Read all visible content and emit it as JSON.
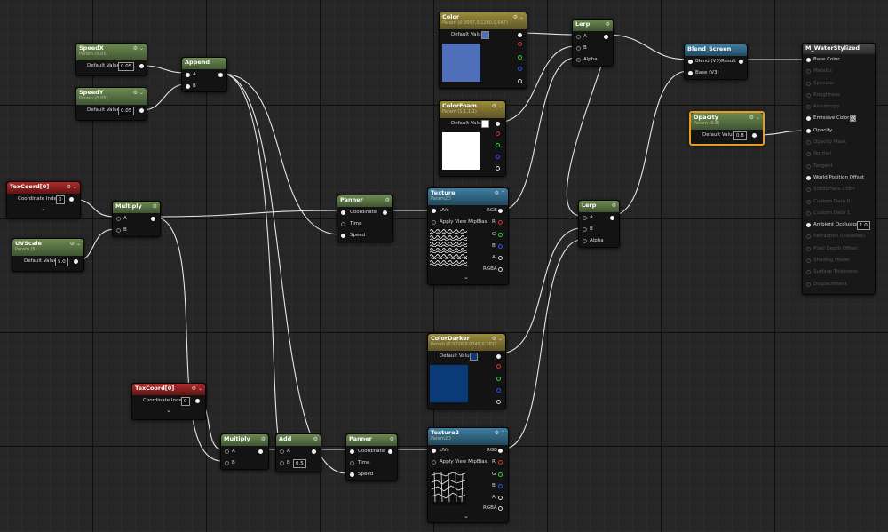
{
  "canvas": {
    "background": "#262626"
  },
  "nodes": {
    "speedx": {
      "title": "SpeedX",
      "subtitle": "Param (0.05)",
      "param_label": "Default Value",
      "value": "0.05"
    },
    "speedy": {
      "title": "SpeedY",
      "subtitle": "Param (0.05)",
      "param_label": "Default Value",
      "value": "0.05"
    },
    "append": {
      "title": "Append",
      "pin_a": "A",
      "pin_b": "B"
    },
    "texcoord1": {
      "title": "TexCoord[0]",
      "param_label": "Coordinate Index",
      "value": "0"
    },
    "uvscale": {
      "title": "UVScale",
      "subtitle": "Param (5)",
      "param_label": "Default Value",
      "value": "5.0"
    },
    "multiply1": {
      "title": "Multiply",
      "pin_a": "A",
      "pin_b": "B"
    },
    "panner1": {
      "title": "Panner",
      "pin_coordinate": "Coordinate",
      "pin_time": "Time",
      "pin_speed": "Speed"
    },
    "color": {
      "title": "Color",
      "subtitle": "Param (0.3057,0.1260,0.647)",
      "param_label": "Default Value",
      "swatch": "#4f6fb8"
    },
    "colorfoam": {
      "title": "ColorFoam",
      "subtitle": "Param (1,1,1,1)",
      "param_label": "Default Value",
      "swatch": "#ffffff"
    },
    "texture1": {
      "title": "Texture",
      "subtitle": "Param2D",
      "pin_uvs": "UVs",
      "pin_mip": "Apply View MipBias",
      "out_rgb": "RGB",
      "out_r": "R",
      "out_g": "G",
      "out_b": "B",
      "out_a": "A",
      "out_rgba": "RGBA"
    },
    "lerp1": {
      "title": "Lerp",
      "pin_a": "A",
      "pin_b": "B",
      "pin_alpha": "Alpha"
    },
    "lerp2": {
      "title": "Lerp",
      "pin_a": "A",
      "pin_b": "B",
      "pin_alpha": "Alpha"
    },
    "blend": {
      "title": "Blend_Screen",
      "pin_blend": "Blend (V3)",
      "pin_base": "Base (V3)",
      "out_result": "Result"
    },
    "opacity": {
      "title": "Opacity",
      "subtitle": "Param (0.8)",
      "param_label": "Default Value",
      "value": "0.8"
    },
    "colordarker": {
      "title": "ColorDarker",
      "subtitle": "Param (0.0216,0.0745,0.161)",
      "param_label": "Default Value",
      "swatch": "#0b3a78"
    },
    "texcoord2": {
      "title": "TexCoord[0]",
      "param_label": "Coordinate Index",
      "value": "0"
    },
    "multiply2": {
      "title": "Multiply",
      "pin_a": "A",
      "pin_b": "B"
    },
    "add": {
      "title": "Add",
      "pin_a": "A",
      "pin_b": "B",
      "b_value": "0.5"
    },
    "panner2": {
      "title": "Panner",
      "pin_coordinate": "Coordinate",
      "pin_time": "Time",
      "pin_speed": "Speed"
    },
    "texture2": {
      "title": "Texture2",
      "subtitle": "Param2D",
      "pin_uvs": "UVs",
      "pin_mip": "Apply View MipBias",
      "out_rgb": "RGB",
      "out_r": "R",
      "out_g": "G",
      "out_b": "B",
      "out_a": "A",
      "out_rgba": "RGBA"
    },
    "material": {
      "title": "M_WaterStylized",
      "inputs": [
        {
          "label": "Base Color",
          "active": true
        },
        {
          "label": "Metallic",
          "active": false
        },
        {
          "label": "Specular",
          "active": false
        },
        {
          "label": "Roughness",
          "active": false
        },
        {
          "label": "Anisotropy",
          "active": false
        },
        {
          "label": "Emissive Color",
          "active": true
        },
        {
          "label": "Opacity",
          "active": true
        },
        {
          "label": "Opacity Mask",
          "active": false
        },
        {
          "label": "Normal",
          "active": false
        },
        {
          "label": "Tangent",
          "active": false
        },
        {
          "label": "World Position Offset",
          "active": true
        },
        {
          "label": "Subsurface Color",
          "active": false
        },
        {
          "label": "Custom Data 0",
          "active": false
        },
        {
          "label": "Custom Data 1",
          "active": false
        },
        {
          "label": "Ambient Occlusion",
          "active": true
        },
        {
          "label": "Refraction (Disabled)",
          "active": false
        },
        {
          "label": "Pixel Depth Offset",
          "active": false
        },
        {
          "label": "Shading Model",
          "active": false
        },
        {
          "label": "Surface Thickness",
          "active": false
        },
        {
          "label": "Displacement",
          "active": false
        }
      ],
      "ao_value": "1.0"
    }
  },
  "icons": {
    "settings": "gear-icon",
    "collapse": "chevron-down-icon",
    "expand": "chevron-down-icon"
  }
}
